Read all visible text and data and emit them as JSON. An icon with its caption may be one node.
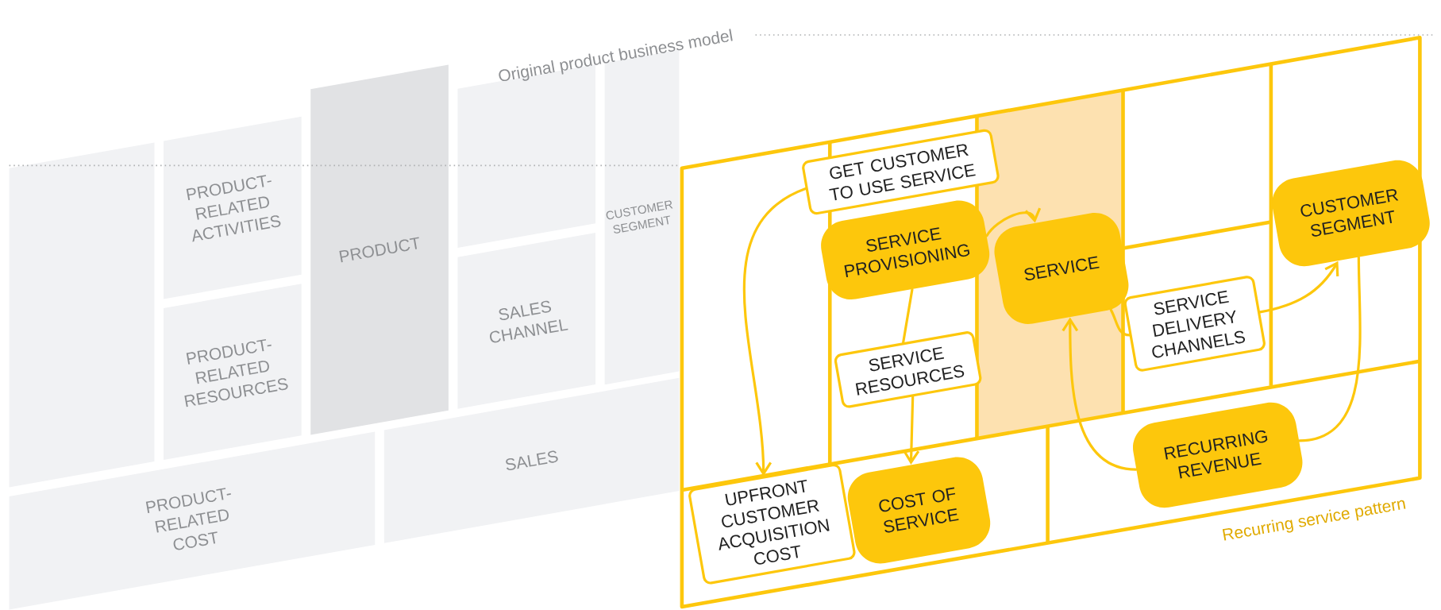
{
  "diagram": {
    "nodes": [
      {
        "text": [],
        "shape": "box"
      },
      {
        "text": [
          "PRODUCT-RELATED ACTIVITIES"
        ]
      },
      {
        "text": [
          "PRODUCT-RELATED RESOURCES"
        ]
      },
      {
        "text": [
          "PRODUCT"
        ]
      },
      {
        "text": [],
        "shape": "box"
      },
      {
        "text": [
          "SALES CHANNEL"
        ]
      },
      {
        "text": [
          "CUSTOMER SEGMENT"
        ]
      },
      {
        "text": [
          "PRODUCT-RELATED COST"
        ]
      },
      {
        "text": [
          "SALES"
        ]
      },
      {
        "text": [
          "GET CUSTOMER TO USE SERVICE"
        ]
      },
      {
        "text": [
          "SERVICE PROVISIONING"
        ]
      },
      {
        "text": [
          "SERVICE"
        ]
      },
      {
        "text": [
          "CUSTOMER SEGMENT"
        ]
      },
      {
        "text": [
          "SERVICE DELIVERY CHANNELS"
        ]
      },
      {
        "text": [
          "SERVICE RESOURCES"
        ]
      },
      {
        "text": [
          "UPFRONT CUSTOMER ACQUISITION COST"
        ]
      },
      {
        "text": [
          "COST OF SERVICE"
        ]
      },
      {
        "text": [
          "RECURRING REVENUE"
        ]
      }
    ],
    "edges": [
      {
        "from": 9,
        "to": 15,
        "arrow": "to"
      },
      {
        "from": 10,
        "to": 11,
        "arrow": "to"
      },
      {
        "from": 10,
        "to": 14,
        "arrow": "none"
      },
      {
        "from": 14,
        "to": 16,
        "arrow": "to"
      },
      {
        "from": 11,
        "to": 13,
        "arrow": "none"
      },
      {
        "from": 13,
        "to": 12,
        "arrow": "to"
      },
      {
        "from": 12,
        "to": 17,
        "arrow": "none"
      },
      {
        "from": 17,
        "to": 11,
        "arrow": "to"
      }
    ],
    "labels": [
      "Original product business model",
      "Recurring service pattern"
    ]
  }
}
